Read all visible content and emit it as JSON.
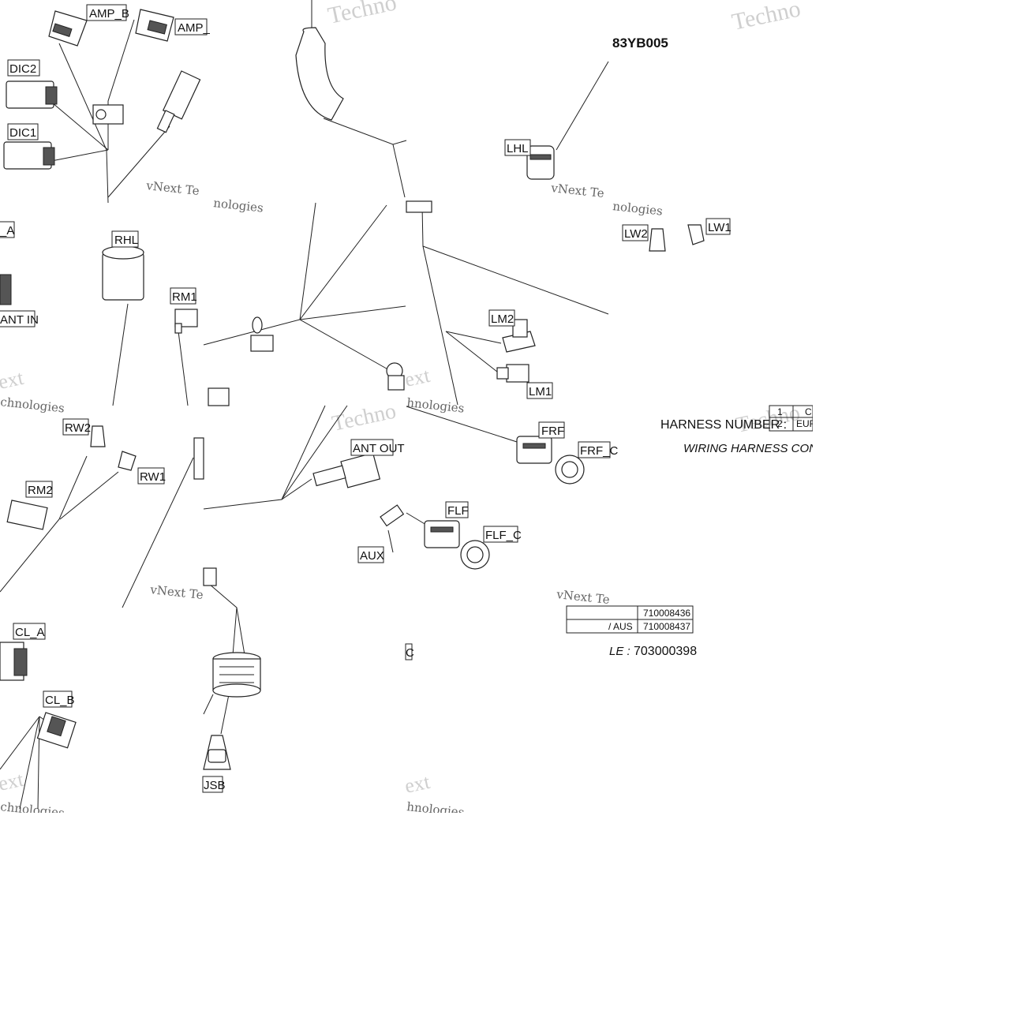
{
  "diagram": {
    "part_code": "83YB005",
    "connectors": [
      {
        "id": "amp_b",
        "label": "AMP_B"
      },
      {
        "id": "amp_a",
        "label": "AMP_"
      },
      {
        "id": "dic2",
        "label": "DIC2"
      },
      {
        "id": "dic1",
        "label": "DIC1"
      },
      {
        "id": "lhl",
        "label": "LHL"
      },
      {
        "id": "lw2",
        "label": "LW2"
      },
      {
        "id": "lw1",
        "label": "LW1"
      },
      {
        "id": "ant_a",
        "label": "_A"
      },
      {
        "id": "ant_in",
        "label": "ANT IN"
      },
      {
        "id": "rhl",
        "label": "RHL"
      },
      {
        "id": "rm1",
        "label": "RM1"
      },
      {
        "id": "lm2",
        "label": "LM2"
      },
      {
        "id": "lm1",
        "label": "LM1"
      },
      {
        "id": "rw2",
        "label": "RW2"
      },
      {
        "id": "rw1",
        "label": "RW1"
      },
      {
        "id": "rm2",
        "label": "RM2"
      },
      {
        "id": "ant_out",
        "label": "ANT OUT"
      },
      {
        "id": "frf",
        "label": "FRF"
      },
      {
        "id": "frf_c",
        "label": "FRF_C"
      },
      {
        "id": "flf",
        "label": "FLF"
      },
      {
        "id": "flf_c",
        "label": "FLF_C"
      },
      {
        "id": "aux",
        "label": "AUX"
      },
      {
        "id": "cl_a",
        "label": "CL_A"
      },
      {
        "id": "cl_b",
        "label": "CL_B"
      },
      {
        "id": "usb",
        "label": "JSB"
      },
      {
        "id": "c_frag",
        "label": "C"
      }
    ],
    "harness_number_label": "HARNESS NUMBER :",
    "harness_table": [
      {
        "idx": "1",
        "region": "C",
        "number": "710008436"
      },
      {
        "idx": "2",
        "region": "EUR / AUS",
        "number": "710008437"
      }
    ],
    "table_fragment": "/ AUS",
    "title_fragment": "WIRING HARNESS  CONSO",
    "title_suffix": "LE :",
    "title_number": "703000398",
    "watermarks": {
      "technologies": "Techno",
      "vnext": "vNext Technologies",
      "vnext_short": "vNext Te",
      "chnologies": "chnologies",
      "ext": "ext",
      "nologies": "nologies",
      "hnologies": "hnologies"
    }
  }
}
